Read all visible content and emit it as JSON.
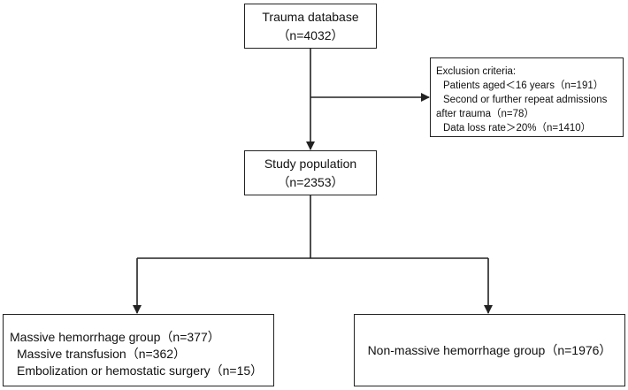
{
  "nodes": {
    "trauma": {
      "title": "Trauma database",
      "count": "（n=4032）"
    },
    "exclusion": {
      "heading": "Exclusion criteria:",
      "items": [
        "Patients aged＜16 years（n=191）",
        "Second or further repeat admissions",
        "after trauma（n=78）",
        "Data loss rate＞20%（n=1410）"
      ]
    },
    "study": {
      "title": "Study population",
      "count": "（n=2353）"
    },
    "massive": {
      "title": "Massive hemorrhage group（n=377）",
      "items": [
        "Massive transfusion（n=362）",
        "Embolization or hemostatic surgery（n=15）"
      ]
    },
    "nonmassive": {
      "title": "Non-massive hemorrhage group（n=1976）"
    }
  }
}
